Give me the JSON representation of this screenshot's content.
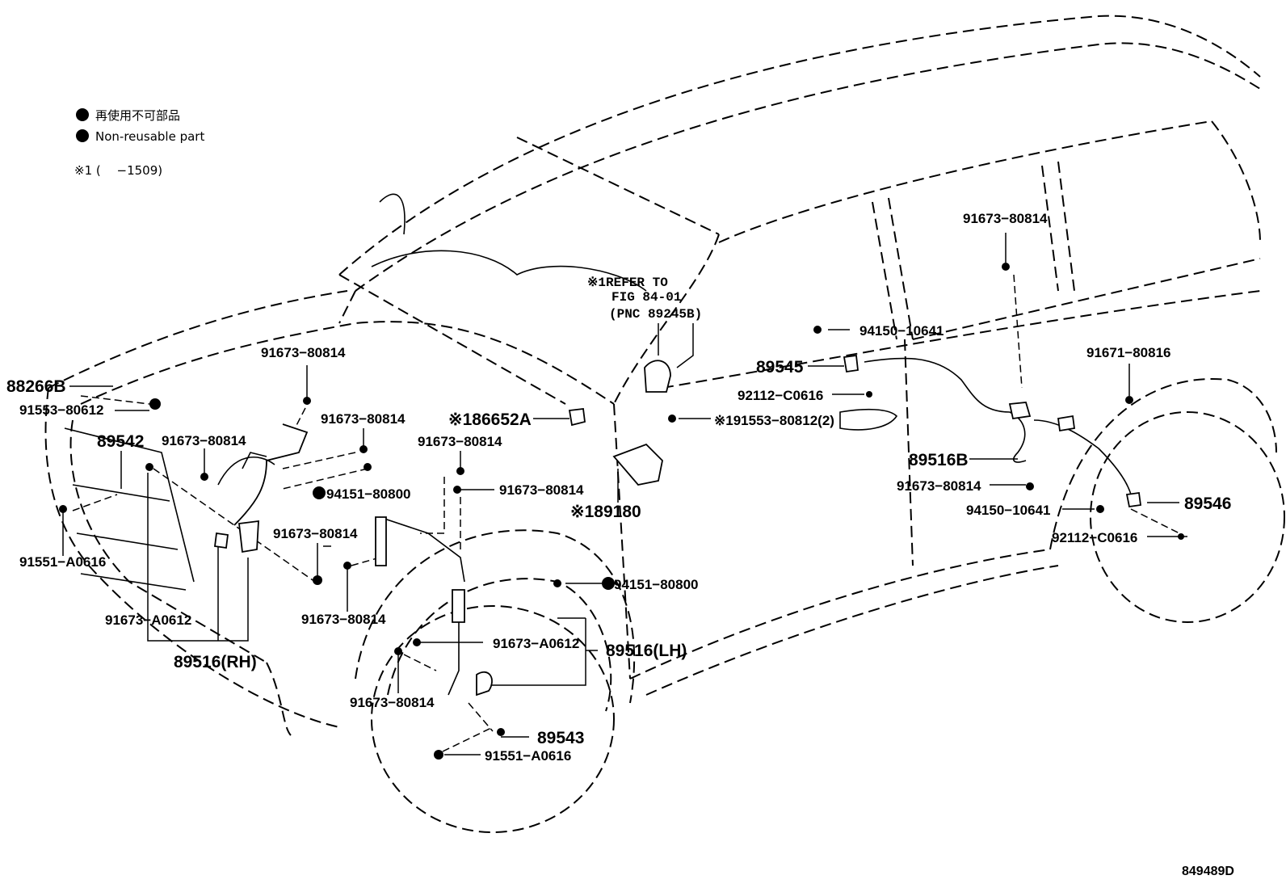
{
  "legend": {
    "jp_label": "再使用不可部品",
    "en_label": "Non-reusable part",
    "note": "※1 (　 −1509)"
  },
  "refer": {
    "line1": "※1REFER TO",
    "line2": "FIG 84-01",
    "line3": "(PNC 89245B)"
  },
  "labels": {
    "p88266B": "88266B",
    "p91553_80612": "91553−80612",
    "p89542": "89542",
    "p91551_A0616_left": "91551−A0616",
    "p91673_A0612_rh": "91673−A0612",
    "p89516_rh": "89516(RH)",
    "p91673_80814_a": "91673−80814",
    "p91673_80814_b": "91673−80814",
    "p91673_80814_c": "91673−80814",
    "p94151_80800_a": "94151−80800",
    "p91673_80814_d": "91673−80814",
    "p91673_80814_e": "91673−80814",
    "p91673_80814_f": "91673−80814",
    "p91673_80814_g": "91673−80814",
    "p86652A": "※186652A",
    "p89545": "89545",
    "p92112_C0616_a": "92112−C0616",
    "p91553_80812": "※191553−80812(2)",
    "p89180": "※189180",
    "p94150_10641_a": "94150−10641",
    "p94151_80800_b": "94151−80800",
    "p91673_A0612_lh": "91673−A0612",
    "p89516_lh": "89516(LH)",
    "p91673_80814_h": "91673−80814",
    "p89543": "89543",
    "p91551_A0616_front": "91551−A0616",
    "p91673_80814_top": "91673−80814",
    "p91671_80816": "91671−80816",
    "p89516B": "89516B",
    "p91673_80814_rear": "91673−80814",
    "p94150_10641_b": "94150−10641",
    "p89546": "89546",
    "p92112_C0616_b": "92112−C0616"
  },
  "diagram_code": "849489D"
}
